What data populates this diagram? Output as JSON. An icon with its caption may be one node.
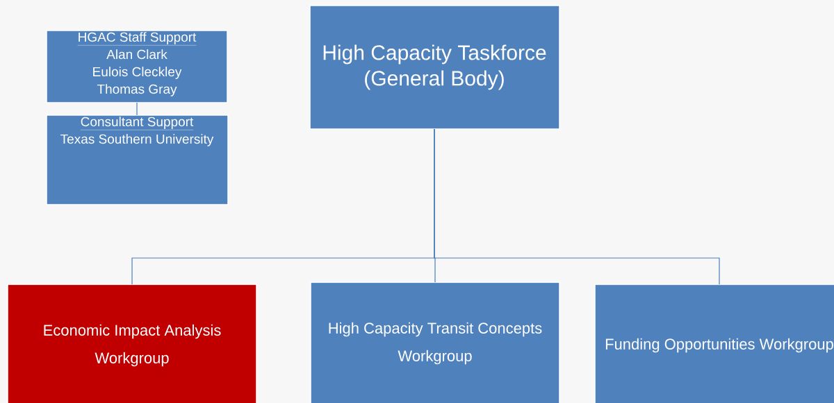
{
  "diagram": {
    "nodes": [
      {
        "text": [
          "HGAC Staff Support",
          "Alan Clark",
          "Eulois Cleckley",
          "Thomas Gray"
        ]
      },
      {
        "text": [
          "Consultant Support",
          "Texas Southern University"
        ]
      },
      {
        "text": [
          "High Capacity Taskforce (General Body)"
        ]
      },
      {
        "text": [
          "Economic Impact Analysis Workgroup"
        ]
      },
      {
        "text": [
          "High Capacity Transit Concepts Workgroup"
        ]
      },
      {
        "text": [
          "Funding Opportunities Workgroup"
        ]
      }
    ],
    "edges": [
      {
        "from": 0,
        "to": 1,
        "arrow": "none"
      },
      {
        "from": 2,
        "to": 3,
        "arrow": "none"
      },
      {
        "from": 2,
        "to": 4,
        "arrow": "none"
      },
      {
        "from": 2,
        "to": 5,
        "arrow": "none"
      }
    ]
  }
}
